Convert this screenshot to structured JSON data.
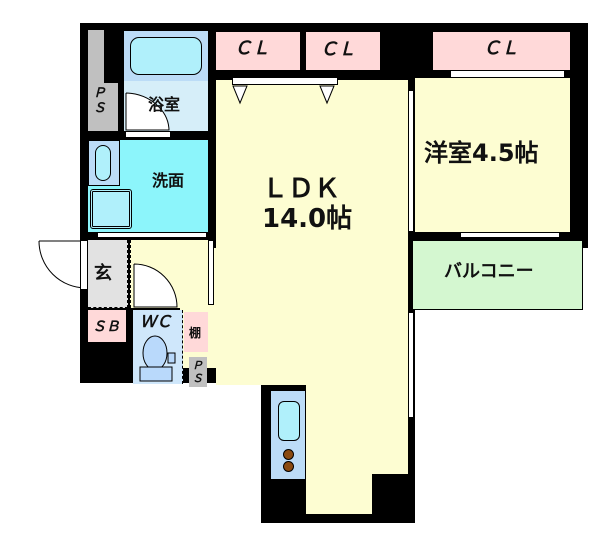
{
  "plan": {
    "rooms": {
      "ldk": {
        "name": "ＬＤＫ",
        "size": "14.0帖"
      },
      "western": {
        "label": "洋室4.5帖"
      },
      "bath": {
        "label": "浴室"
      },
      "washroom": {
        "label": "洗面"
      },
      "entrance": {
        "label": "玄"
      },
      "wc": {
        "label": "ＷＣ"
      },
      "shoebox": {
        "label": "ＳＢ"
      },
      "shelf": {
        "label": "棚"
      },
      "balcony": {
        "label": "バルコニー"
      },
      "closet1": {
        "label": "ＣＬ"
      },
      "closet2": {
        "label": "ＣＬ"
      },
      "closet3": {
        "label": "ＣＬ"
      },
      "ps1": {
        "label": "Ｐ Ｓ"
      },
      "ps2": {
        "label": "Ｐ Ｓ"
      }
    },
    "colors": {
      "ldk": "#fdfdd2",
      "closet": "#ffd9d9",
      "bath": "#d6eef9",
      "bathtub": "#bcdcf7",
      "washroom": "#8cf5fb",
      "balcony": "#d4f7d0",
      "ps": "#c0c0c0",
      "entrance": "#e2e2e2",
      "wc": "#cfe7fb",
      "kitchen": "#bcdcf7",
      "stove": "#8a4a10"
    }
  }
}
